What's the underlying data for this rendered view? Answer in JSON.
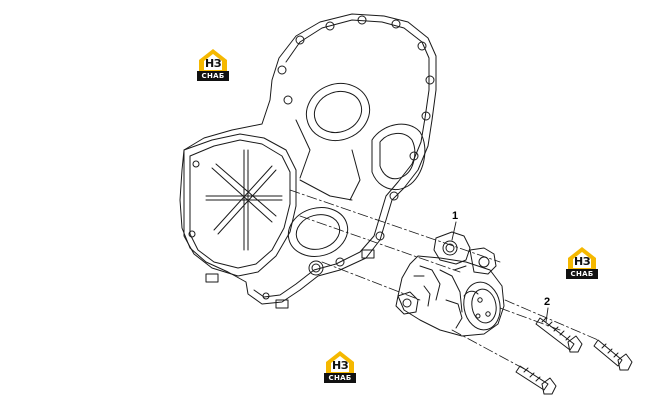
{
  "callouts": {
    "part_1": "1",
    "part_2": "2"
  },
  "watermark": {
    "top_text": "НЗ",
    "bottom_text": "СНАБ",
    "accent_color": "#f5b800",
    "dark_color": "#111111"
  },
  "colors": {
    "line": "#1a1a1a",
    "background": "#ffffff"
  }
}
